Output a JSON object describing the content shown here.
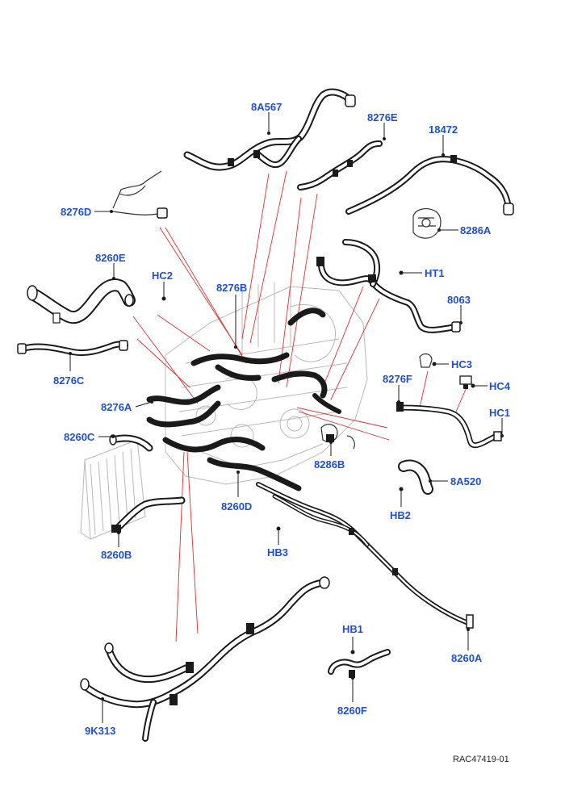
{
  "callouts": {
    "c8A567": "8A567",
    "c8276E": "8276E",
    "c18472": "18472",
    "c8276D": "8276D",
    "c8286A": "8286A",
    "c8260E": "8260E",
    "cHC2": "HC2",
    "c8276B": "8276B",
    "cHT1": "HT1",
    "c8063": "8063",
    "cHC3": "HC3",
    "c8276F": "8276F",
    "cHC4": "HC4",
    "c8276C": "8276C",
    "c8276A": "8276A",
    "cHC1": "HC1",
    "c8260C": "8260C",
    "c8286B": "8286B",
    "c8A520": "8A520",
    "c8260D": "8260D",
    "cHB2": "HB2",
    "c8260B": "8260B",
    "cHB3": "HB3",
    "cHB1": "HB1",
    "c8260A": "8260A",
    "c8260F": "8260F",
    "c9K313": "9K313"
  },
  "reference": "RAC47419-01"
}
